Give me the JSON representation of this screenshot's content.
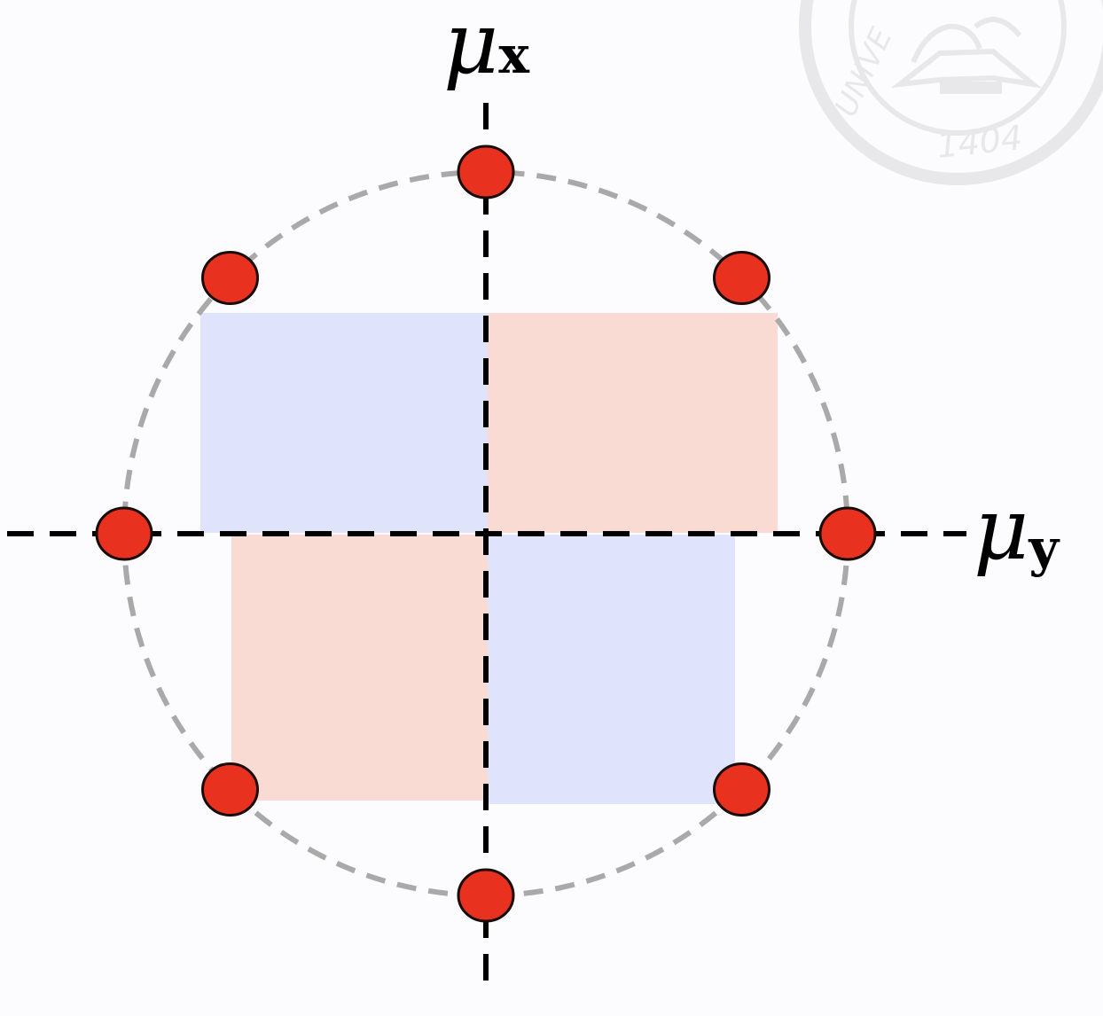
{
  "axes": {
    "x_label": {
      "symbol": "μ",
      "subscript": "x"
    },
    "y_label": {
      "symbol": "μ",
      "subscript": "y"
    }
  },
  "seal": {
    "year": "1404",
    "partial_text": "UNIVE"
  },
  "colors": {
    "background": "#fcfcfe",
    "axis": "#000000",
    "circle": "#a9a9a9",
    "point_fill": "#e8321f",
    "point_stroke": "#1a0a08",
    "quadrant_blue": "#dfe3fb",
    "quadrant_red": "#f9dbd3",
    "seal": "#d9d9dc"
  },
  "points": [
    {
      "angle_deg": 90
    },
    {
      "angle_deg": 45
    },
    {
      "angle_deg": 0
    },
    {
      "angle_deg": -45
    },
    {
      "angle_deg": -90
    },
    {
      "angle_deg": -135
    },
    {
      "angle_deg": 180
    },
    {
      "angle_deg": 135
    }
  ]
}
